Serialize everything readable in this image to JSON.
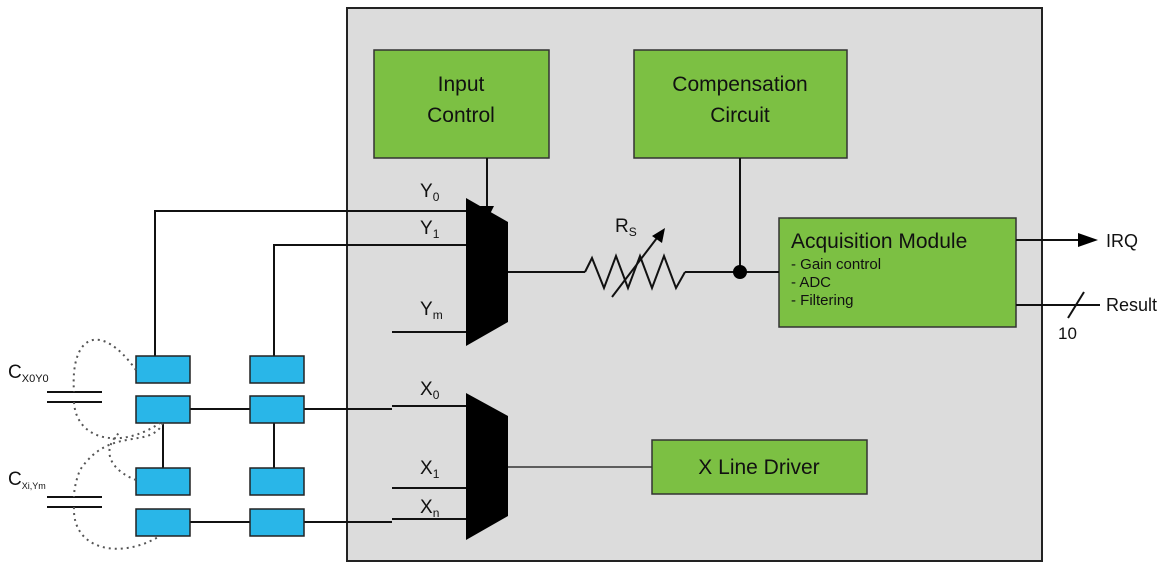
{
  "blocks": {
    "input_control": [
      "Input",
      "Control"
    ],
    "compensation_circuit": [
      "Compensation",
      "Circuit"
    ],
    "acquisition_module": {
      "title": "Acquisition Module",
      "items": [
        "- Gain control",
        "- ADC",
        "- Filtering"
      ]
    },
    "x_line_driver": "X Line Driver"
  },
  "signals": {
    "y0": {
      "base": "Y",
      "sub": "0"
    },
    "y1": {
      "base": "Y",
      "sub": "1"
    },
    "ym": {
      "base": "Y",
      "sub": "m"
    },
    "x0": {
      "base": "X",
      "sub": "0"
    },
    "x1": {
      "base": "X",
      "sub": "1"
    },
    "xn": {
      "base": "X",
      "sub": "n"
    },
    "rs": {
      "base": "R",
      "sub": "S"
    }
  },
  "outputs": {
    "irq": "IRQ",
    "result": "Result",
    "bus_width": "10"
  },
  "capacitors": {
    "c1": {
      "base": "C",
      "sub": "X0Y0"
    },
    "c2": {
      "base": "C",
      "sub": "Xi,Ym"
    }
  },
  "colors": {
    "block_fill": "#7cc043",
    "chip_fill": "#dcdcdc",
    "electrode_fill": "#29b6e8"
  }
}
